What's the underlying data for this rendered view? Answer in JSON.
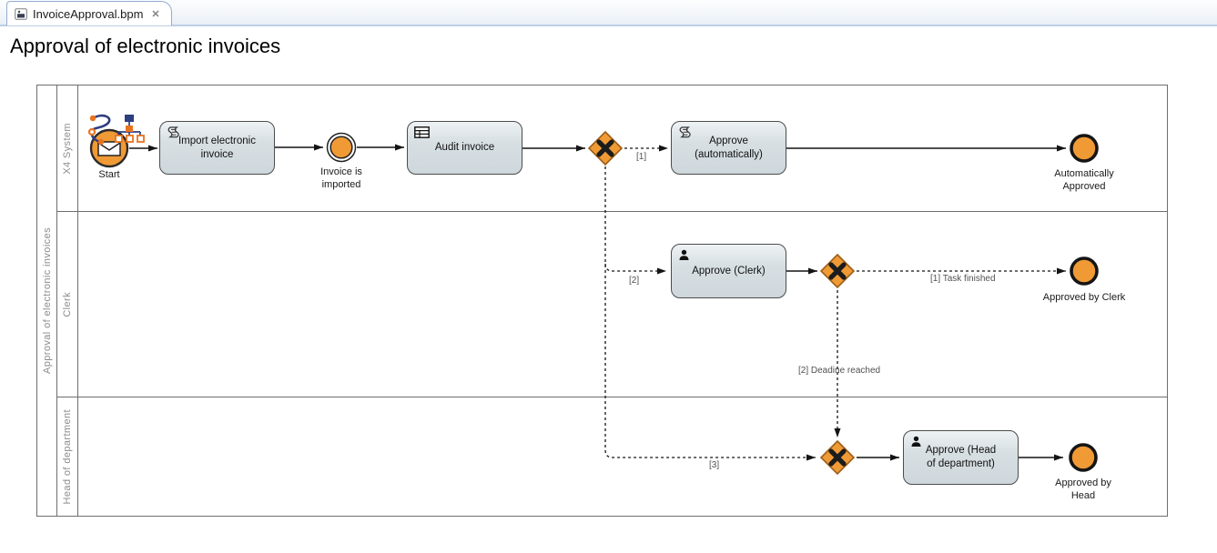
{
  "tab": {
    "file_name": "InvoiceApproval.bpm",
    "close_glyph": "✕"
  },
  "title": "Approval of electronic invoices",
  "pool": {
    "label": "Approval of electronic invoices",
    "lanes": [
      "X4 System",
      "Clerk",
      "Head of department"
    ]
  },
  "nodes": {
    "start": {
      "label": "Start",
      "type": "message-start-event"
    },
    "import_task": {
      "label": "Import electronic invoice",
      "icon": "script-icon"
    },
    "invoice_imported": {
      "label": "Invoice is imported",
      "type": "intermediate-event"
    },
    "audit_task": {
      "label": "Audit invoice",
      "icon": "form-icon"
    },
    "gateway_1": {
      "type": "exclusive-gateway"
    },
    "approve_auto_task": {
      "label": "Approve (automatically)",
      "icon": "script-icon"
    },
    "auto_approved_end": {
      "label": "Automatically Approved",
      "type": "end-event"
    },
    "approve_clerk_task": {
      "label": "Approve (Clerk)",
      "icon": "user-icon"
    },
    "gateway_2": {
      "type": "exclusive-gateway"
    },
    "approved_clerk_end": {
      "label": "Approved by Clerk",
      "type": "end-event"
    },
    "gateway_3": {
      "type": "exclusive-gateway"
    },
    "approve_head_task": {
      "label": "Approve (Head of department)",
      "icon": "user-icon"
    },
    "approved_head_end": {
      "label": "Approved by Head",
      "type": "end-event"
    }
  },
  "edges": {
    "cond_1": "[1]",
    "cond_2": "[2]",
    "cond_3": "[3]",
    "task_finished": "[1] Task finished",
    "deadline_reached": "[2] Deadine reached"
  },
  "colors": {
    "shape_orange": "#F09A36",
    "gateway_border": "#9c5e17",
    "task_fill": "#D6DEE2",
    "lane_label_gray": "#8C8C8C",
    "tab_border_blue": "#93ADD0"
  }
}
